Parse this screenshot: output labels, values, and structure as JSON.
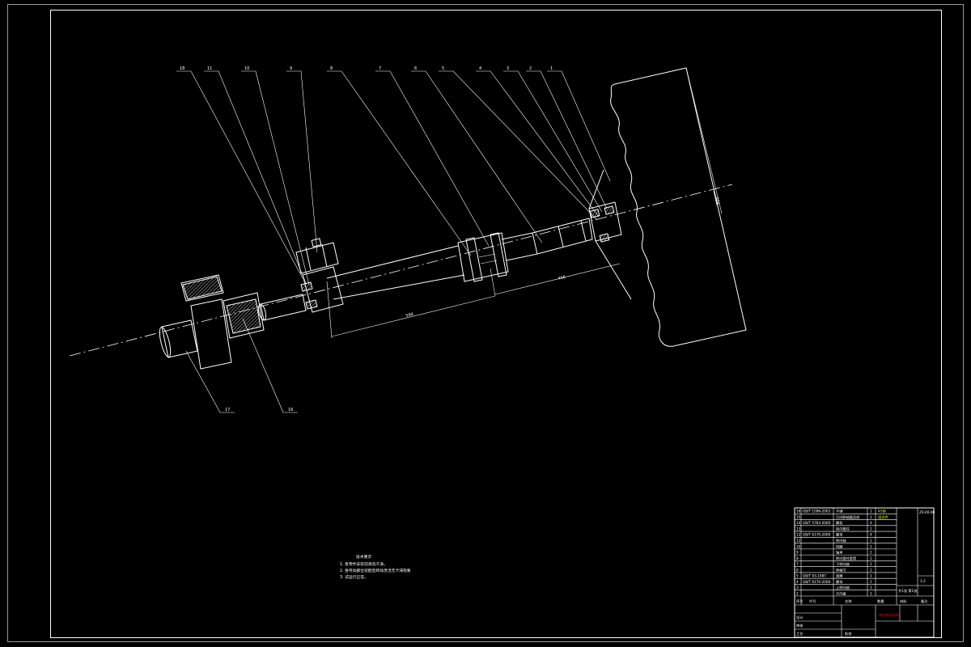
{
  "drawing": {
    "part_labels": [
      "18",
      "11",
      "10",
      "9",
      "8",
      "7",
      "6",
      "5",
      "4",
      "3",
      "2",
      "1",
      "17",
      "16"
    ],
    "dimensions": [
      "984",
      "594",
      "466"
    ],
    "notes_title": "技术要求",
    "notes": [
      "1. 各零件安装前清洗干净。",
      "2. 各传动部位装配后转动灵活无卡滞现象",
      "3. 试运行正常。"
    ]
  },
  "title_block": {
    "bom_rows": [
      {
        "no": "16",
        "code": "GB/T 1096-2003",
        "name": "平键",
        "qty": "1",
        "material": "45钢",
        "remark": ""
      },
      {
        "no": "15",
        "code": "",
        "name": "万向联轴器总成",
        "qty": "1",
        "material": "组合件",
        "remark": ""
      },
      {
        "no": "14",
        "code": "GB/T 5783-2000",
        "name": "螺栓",
        "qty": "4",
        "material": "",
        "remark": ""
      },
      {
        "no": "13",
        "code": "",
        "name": "转向管柱",
        "qty": "1",
        "material": "",
        "remark": ""
      },
      {
        "no": "12",
        "code": "GB/T 6170-2000",
        "name": "螺母",
        "qty": "4",
        "material": "",
        "remark": ""
      },
      {
        "no": "11",
        "code": "",
        "name": "转向轴",
        "qty": "1",
        "material": "",
        "remark": ""
      },
      {
        "no": "10",
        "code": "",
        "name": "挡圈",
        "qty": "1",
        "material": "",
        "remark": ""
      },
      {
        "no": "9",
        "code": "",
        "name": "轴承",
        "qty": "2",
        "material": "",
        "remark": ""
      },
      {
        "no": "8",
        "code": "",
        "name": "转向管柱套筒",
        "qty": "1",
        "material": "",
        "remark": ""
      },
      {
        "no": "7",
        "code": "",
        "name": "下转向轴",
        "qty": "1",
        "material": "",
        "remark": ""
      },
      {
        "no": "6",
        "code": "",
        "name": "伸缩节",
        "qty": "1",
        "material": "",
        "remark": ""
      },
      {
        "no": "5",
        "code": "GB/T 93-1987",
        "name": "垫圈",
        "qty": "1",
        "material": "",
        "remark": ""
      },
      {
        "no": "4",
        "code": "GB/T 6170-2000",
        "name": "螺母",
        "qty": "1",
        "material": "",
        "remark": ""
      },
      {
        "no": "3",
        "code": "",
        "name": "上转向轴",
        "qty": "1",
        "material": "",
        "remark": ""
      },
      {
        "no": "2",
        "code": "",
        "name": "方向盘",
        "qty": "1",
        "material": "",
        "remark": ""
      }
    ],
    "header_cols": [
      "序号",
      "代号",
      "名称",
      "数量",
      "材料",
      "备注"
    ],
    "drawing_title": "转向操纵机构",
    "scale": "1:2",
    "sheet": "共1张 第1张",
    "sign_rows": [
      "设计",
      "审核",
      "工艺",
      "批准"
    ],
    "drawing_no": "ZX-00-00"
  }
}
